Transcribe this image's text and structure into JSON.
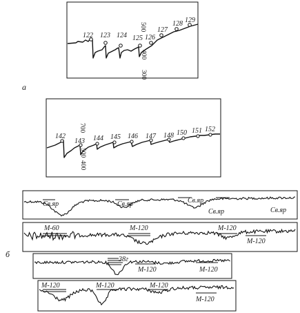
{
  "panels": {
    "a": {
      "letter": "а",
      "top_points": [
        "122",
        "123",
        "124",
        "125",
        "126",
        "127",
        "128",
        "129"
      ],
      "top_depths": [
        "500",
        "400",
        "300"
      ],
      "mid_points": [
        "142",
        "143",
        "144",
        "145",
        "146",
        "147",
        "148",
        "150",
        "151",
        "152"
      ],
      "mid_depths": [
        "700",
        "500",
        "400"
      ]
    },
    "b": {
      "letter": "б",
      "strip1_labels": [
        "Св.яр",
        "Св.яр",
        "Св.яр",
        "Св.яр",
        "Св.яр"
      ],
      "strip2_labels": [
        "М-60",
        "М-120",
        "М-120",
        "М-120"
      ],
      "strip3_labels": [
        "38г",
        "М-120",
        "М-120"
      ],
      "strip4_labels": [
        "М-120",
        "М-120",
        "М-120",
        "М-120"
      ]
    }
  }
}
